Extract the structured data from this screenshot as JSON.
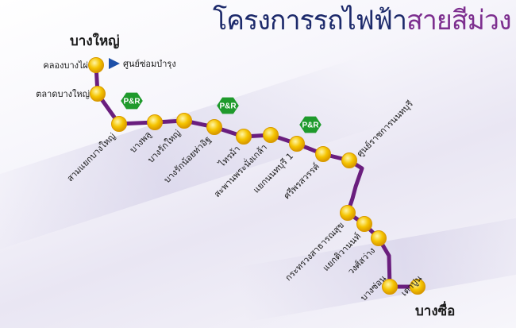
{
  "title": {
    "part1": "โครงการรถไฟฟ้า",
    "part2": "สายสีม่วง"
  },
  "termini": {
    "north": "บางใหญ่",
    "south": "บางซื่อ"
  },
  "depot": {
    "label": "ศูนย์ซ่อมบำรุง",
    "icon": "flag-icon"
  },
  "park_and_ride": {
    "label": "P&R",
    "count": 3
  },
  "stations": [
    "คลองบางไผ่",
    "ตลาดบางใหญ่",
    "สามแยกบางใหญ่",
    "บางพลู",
    "บางรักใหญ่",
    "บางรักน้อยท่าอิฐ",
    "ไทรม้า",
    "สะพานพระนั่งเกล้า",
    "แยกนนทบุรี 1",
    "ศรีพรสวรรค์",
    "ศูนย์ราชการนนทบุรี",
    "กระทรวงสาธารณสุข",
    "แยกติวานนท์",
    "วงศ์สว่าง",
    "บางซ่อน",
    "เตาปูน"
  ],
  "colors": {
    "line": "#6a1e7e",
    "station_fill": "#f5c400",
    "station_stroke": "#d89a00",
    "pr_fill": "#1f9a2c",
    "depot_flag": "#1d4fa8",
    "title_primary": "#1d2a6b",
    "title_accent": "#7d2f8f"
  }
}
